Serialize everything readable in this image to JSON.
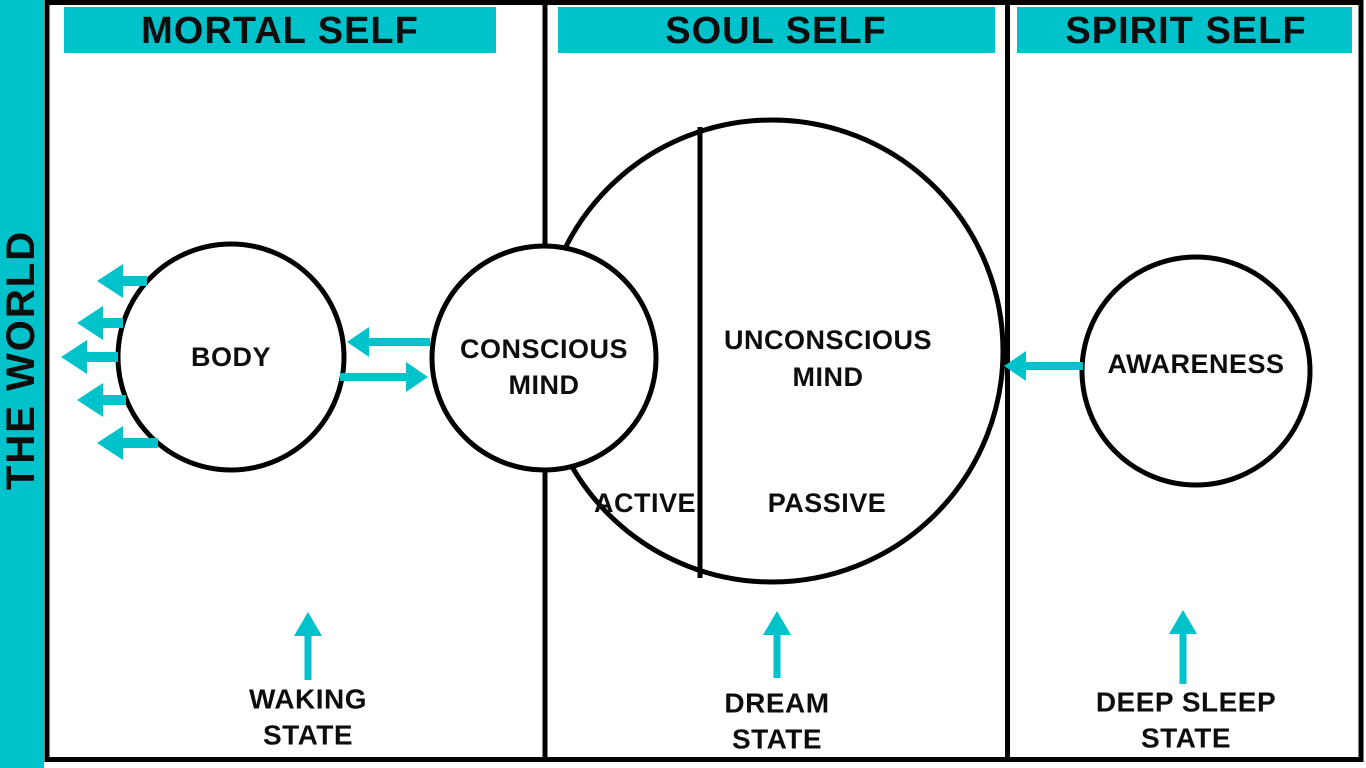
{
  "colors": {
    "teal": "#00C2CB",
    "line": "#000000",
    "background": "#FFFFFF"
  },
  "world": {
    "label": "THE WORLD"
  },
  "panels": {
    "mortal": {
      "header": "MORTAL SELF"
    },
    "soul": {
      "header": "SOUL SELF"
    },
    "spirit": {
      "header": "SPIRIT SELF"
    }
  },
  "nodes": {
    "body": {
      "label": "BODY"
    },
    "conscious_mind": {
      "line1": "CONSCIOUS",
      "line2": "MIND"
    },
    "unconscious_mind": {
      "line1": "UNCONSCIOUS",
      "line2": "MIND",
      "active": "ACTIVE",
      "passive": "PASSIVE"
    },
    "awareness": {
      "label": "AWARENESS"
    }
  },
  "states": {
    "waking": {
      "line1": "WAKING",
      "line2": "STATE"
    },
    "dream": {
      "line1": "DREAM",
      "line2": "STATE"
    },
    "deep_sleep": {
      "line1": "DEEP SLEEP",
      "line2": "STATE"
    }
  }
}
